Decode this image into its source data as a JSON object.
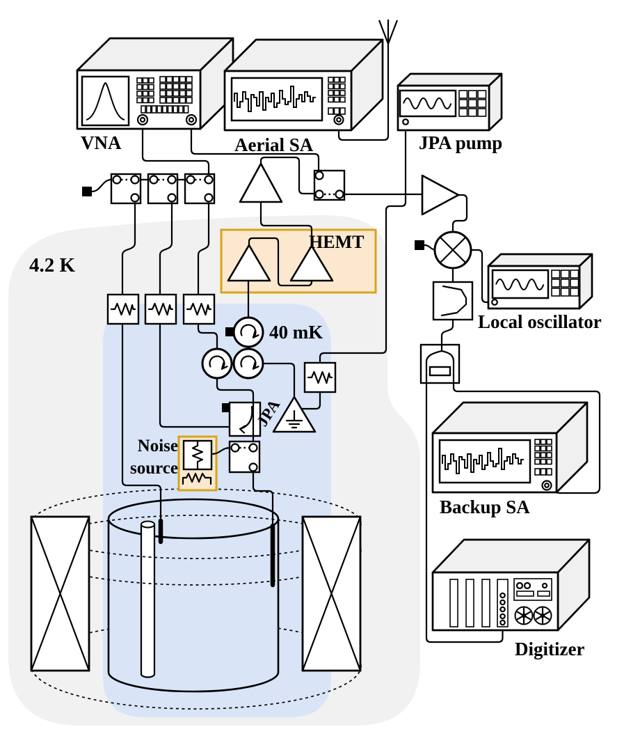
{
  "figure": {
    "kind": "cryogenic-microwave-receiver-schematic",
    "temperatures": {
      "outer_stage": "4.2 K",
      "inner_stage": "40 mK"
    },
    "instruments": {
      "vna": "VNA",
      "aerial_sa": "Aerial SA",
      "jpa_pump": "JPA pump",
      "local_oscillator": "Local oscillator",
      "backup_sa": "Backup SA",
      "digitizer": "Digitizer"
    },
    "components": {
      "hemt": "HEMT",
      "jpa": "JPA",
      "noise_source_line1": "Noise",
      "noise_source_line2": "source"
    }
  },
  "colors": {
    "cold_stage_fill": "#f1f1f1",
    "mixing_stage_fill": "#d9e5f6",
    "highlight_border": "#d9a41d",
    "highlight_fill": "#fbe8ce",
    "instrument_face": "#f0f0f0"
  }
}
